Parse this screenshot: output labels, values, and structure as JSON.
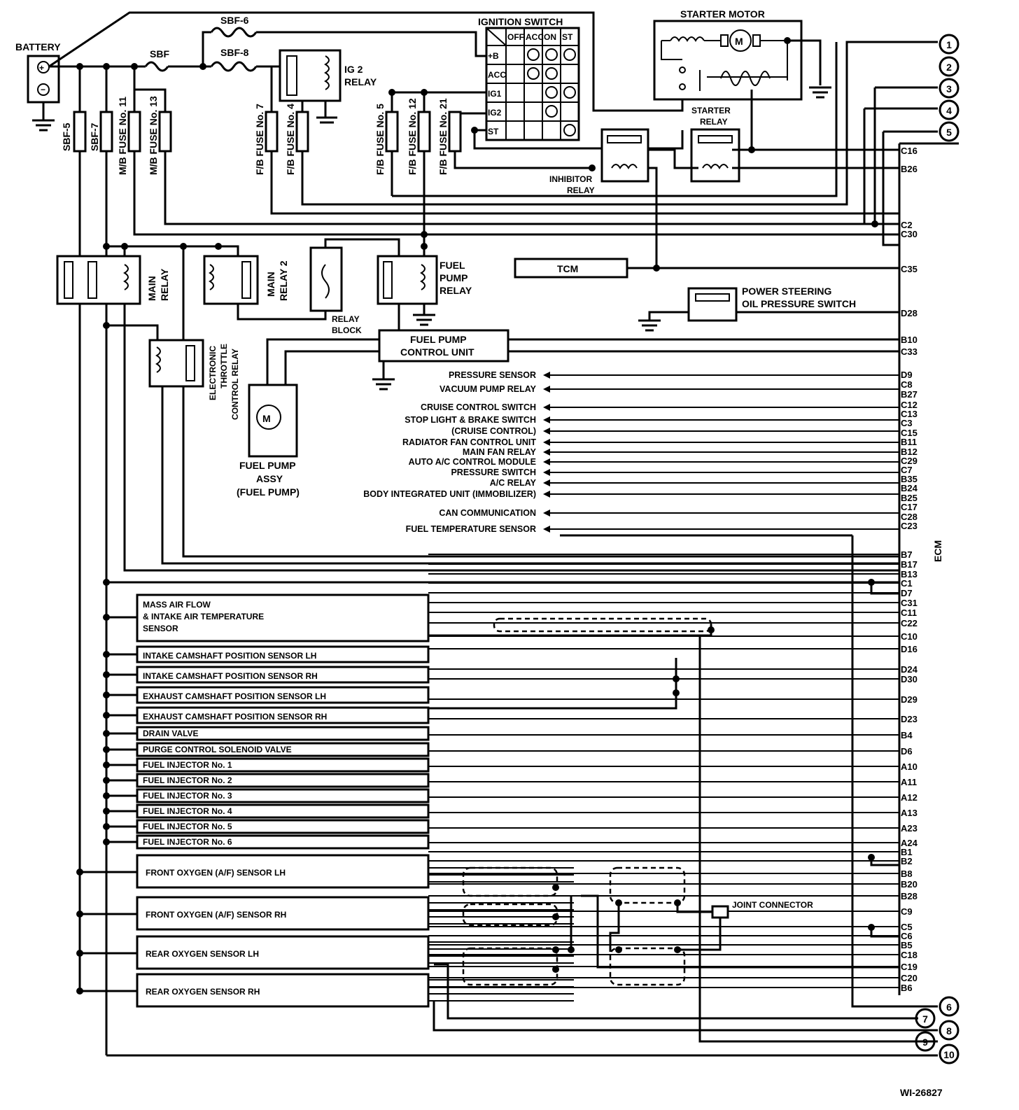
{
  "power": {
    "battery": "BATTERY",
    "sbf": "SBF",
    "sbf6": "SBF-6",
    "sbf8": "SBF-8",
    "sbf5": "SBF-5",
    "sbf7": "SBF-7",
    "mb11": "M/B FUSE No. 11",
    "mb13": "M/B FUSE No. 13",
    "fb7": "F/B FUSE No. 7",
    "fb4": "F/B FUSE No. 4",
    "fb5": "F/B FUSE No. 5",
    "fb12": "F/B FUSE No. 12",
    "fb21": "F/B FUSE No. 21",
    "ig2": [
      "IG 2",
      "RELAY"
    ]
  },
  "ignition": {
    "title": "IGNITION SWITCH",
    "cols": [
      "OFF",
      "ACC",
      "ON",
      "ST"
    ],
    "rows": [
      "+B",
      "ACC",
      "IG1",
      "IG2",
      "ST"
    ]
  },
  "starter": {
    "motor": "STARTER MOTOR",
    "relay": [
      "STARTER",
      "RELAY"
    ],
    "inhibitor": [
      "INHIBITOR",
      "RELAY"
    ],
    "m": "M"
  },
  "relays": {
    "main": [
      "MAIN",
      "RELAY"
    ],
    "main2": [
      "MAIN",
      "RELAY 2"
    ],
    "block": [
      "RELAY",
      "BLOCK"
    ],
    "fuel": [
      "FUEL",
      "PUMP",
      "RELAY"
    ],
    "etc": [
      "ELECTRONIC",
      "THROTTLE",
      "CONTROL RELAY"
    ]
  },
  "modules": {
    "tcm": "TCM",
    "ps": [
      "POWER STEERING",
      "OIL PRESSURE SWITCH"
    ],
    "fpcu": [
      "FUEL PUMP",
      "CONTROL UNIT"
    ],
    "fpa": [
      "FUEL PUMP",
      "ASSY",
      "(FUEL PUMP)"
    ],
    "ecm": "ECM",
    "joint": "JOINT CONNECTOR"
  },
  "signals": [
    "PRESSURE SENSOR",
    "VACUUM PUMP RELAY",
    "CRUISE CONTROL SWITCH",
    "STOP LIGHT & BRAKE SWITCH",
    "(CRUISE CONTROL)",
    "RADIATOR FAN CONTROL UNIT",
    "MAIN FAN RELAY",
    "AUTO A/C CONTROL MODULE",
    "PRESSURE SWITCH",
    "A/C RELAY",
    "BODY INTEGRATED UNIT (IMMOBILIZER)",
    "CAN COMMUNICATION",
    "FUEL TEMPERATURE SENSOR"
  ],
  "sensors": {
    "maf": [
      "MASS AIR FLOW",
      "& INTAKE AIR TEMPERATURE",
      "SENSOR"
    ],
    "list": [
      "INTAKE CAMSHAFT POSITION SENSOR LH",
      "INTAKE CAMSHAFT POSITION SENSOR RH",
      "EXHAUST CAMSHAFT POSITION SENSOR LH",
      "EXHAUST CAMSHAFT POSITION SENSOR RH",
      "DRAIN VALVE",
      "PURGE CONTROL SOLENOID VALVE",
      "FUEL INJECTOR No. 1",
      "FUEL INJECTOR No. 2",
      "FUEL INJECTOR No. 3",
      "FUEL INJECTOR No. 4",
      "FUEL INJECTOR No. 5",
      "FUEL INJECTOR No. 6"
    ],
    "oxygen": [
      "FRONT OXYGEN (A/F) SENSOR LH",
      "FRONT OXYGEN (A/F) SENSOR RH",
      "REAR OXYGEN SENSOR LH",
      "REAR OXYGEN SENSOR RH"
    ]
  },
  "pins": [
    "C16",
    "B26",
    "C2",
    "C30",
    "C35",
    "D28",
    "B10",
    "C33",
    "D9",
    "C8",
    "B27",
    "C12",
    "C13",
    "C3",
    "C15",
    "B11",
    "B12",
    "C29",
    "C7",
    "B35",
    "B24",
    "B25",
    "C17",
    "C28",
    "C23",
    "B7",
    "B17",
    "B13",
    "C1",
    "D7",
    "C31",
    "C11",
    "C22",
    "C10",
    "D16",
    "D24",
    "D30",
    "D29",
    "D23",
    "B4",
    "D6",
    "A10",
    "A11",
    "A12",
    "A13",
    "A23",
    "A24",
    "B1",
    "B2",
    "B8",
    "B20",
    "B28",
    "C9",
    "C5",
    "C6",
    "B5",
    "C18",
    "C19",
    "C20",
    "B6"
  ],
  "connectors": [
    "1",
    "2",
    "3",
    "4",
    "5",
    "6",
    "7",
    "8",
    "9",
    "10"
  ],
  "figure_id": "WI-26827"
}
